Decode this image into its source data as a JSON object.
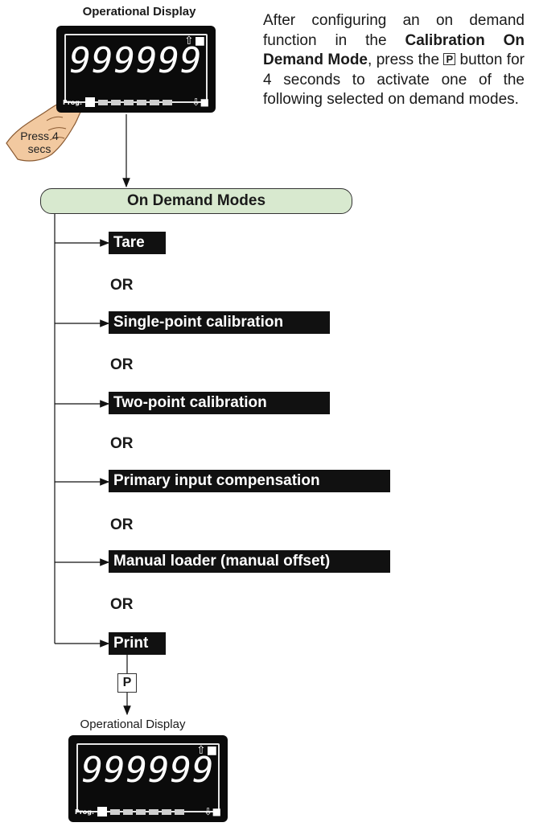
{
  "top_display": {
    "title": "Operational Display",
    "digits": "999999",
    "up_indicator": "⇧■",
    "prog_label": "Prog.",
    "down_indicator": "⇩■"
  },
  "hand_label": "Press 4 secs",
  "intro": {
    "text1": "After configuring an on demand function in the ",
    "bold1": "Calibration On Demand Mode",
    "text2": ", press the ",
    "p_key": "P",
    "text3": " button for 4 seconds to activate one of the following selected on demand modes."
  },
  "header": "On Demand Modes",
  "options": [
    {
      "label": "Tare"
    },
    {
      "label": "Single-point calibration"
    },
    {
      "label": "Two-point calibration"
    },
    {
      "label": "Primary input compensation"
    },
    {
      "label": "Manual loader (manual offset)"
    },
    {
      "label": "Print"
    }
  ],
  "or_label": "OR",
  "p_key": "P",
  "bottom_display": {
    "title": "Operational Display",
    "digits": "999999",
    "up_indicator": "⇧■",
    "prog_label": "Prog.",
    "down_indicator": "⇩■"
  }
}
